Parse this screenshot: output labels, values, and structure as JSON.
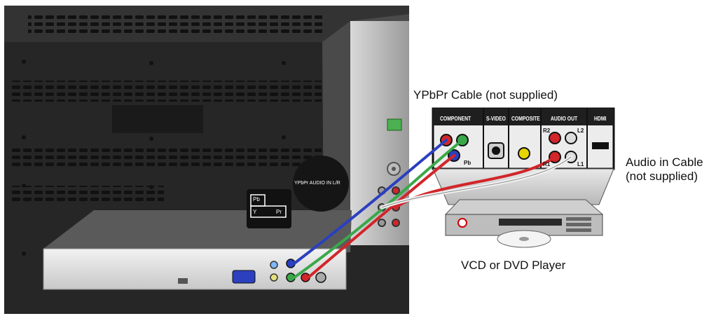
{
  "labels": {
    "ypbpr_cable": "YPbPr Cable (not supplied)",
    "audio_cable_line1": "Audio in Cable",
    "audio_cable_line2": "(not supplied)",
    "player": "VCD or DVD Player"
  },
  "player_panel": {
    "sections": [
      "COMPONENT",
      "S-VIDEO",
      "COMPOSITE",
      "AUDIO OUT",
      "HDMI"
    ],
    "jack_labels": {
      "pb": "Pb",
      "r2": "R2",
      "l2": "L2",
      "r1": "R1",
      "l1": "L1"
    }
  },
  "tv_callouts": {
    "component_tags": {
      "pb": "Pb",
      "y": "Y",
      "pr": "Pr"
    },
    "audio_badge": "YPbPr AUDIO IN L/R"
  },
  "colors": {
    "tv_body": "#2b2b2b",
    "tv_panel": "#e6e6e6",
    "green_jack": "#3aa84a",
    "blue_jack": "#2b3fbf",
    "red_jack": "#d1262a"
  }
}
